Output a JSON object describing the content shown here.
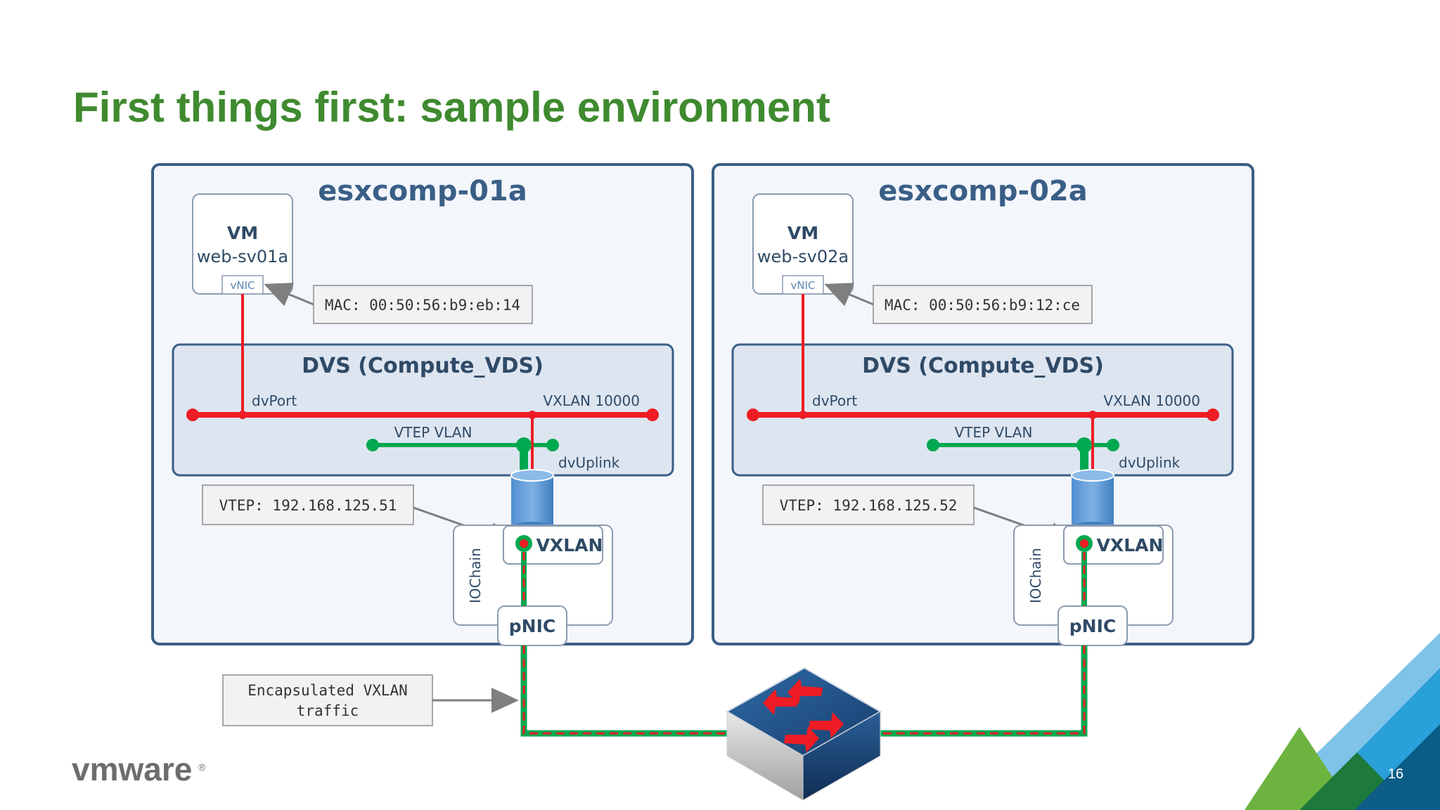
{
  "slide": {
    "title": "First things first: sample environment",
    "page_number": "16",
    "logo_text": "vmware",
    "logo_mark": "®"
  },
  "hosts": [
    {
      "name": "esxcomp-01a",
      "vm_label": "VM",
      "vm_name": "web-sv01a",
      "vnic_label": "vNIC",
      "mac": "MAC: 00:50:56:b9:eb:14",
      "dvs_label": "DVS (Compute_VDS)",
      "dvport_label": "dvPort",
      "vxlan_label": "VXLAN 10000",
      "vtep_vlan_label": "VTEP VLAN",
      "dvuplink_label": "dvUplink",
      "vtep": "VTEP: 192.168.125.51",
      "vxlan_box": "VXLAN",
      "iochain_label": "IOChain",
      "pnic_label": "pNIC"
    },
    {
      "name": "esxcomp-02a",
      "vm_label": "VM",
      "vm_name": "web-sv02a",
      "vnic_label": "vNIC",
      "mac": "MAC: 00:50:56:b9:12:ce",
      "dvs_label": "DVS (Compute_VDS)",
      "dvport_label": "dvPort",
      "vxlan_label": "VXLAN 10000",
      "vtep_vlan_label": "VTEP VLAN",
      "dvuplink_label": "dvUplink",
      "vtep": "VTEP: 192.168.125.52",
      "vxlan_box": "VXLAN",
      "iochain_label": "IOChain",
      "pnic_label": "pNIC"
    }
  ],
  "callout": {
    "line1": "Encapsulated VXLAN",
    "line2": "traffic"
  },
  "switch_icon": "network-switch-icon",
  "colors": {
    "title_green": "#3f8a2f",
    "host_border": "#3a5f86",
    "dvs_fill": "#dde5f1",
    "vxlan_red": "#ee1c24",
    "vtep_green": "#00a84f",
    "uplink_blue": "#5b9bd5"
  }
}
